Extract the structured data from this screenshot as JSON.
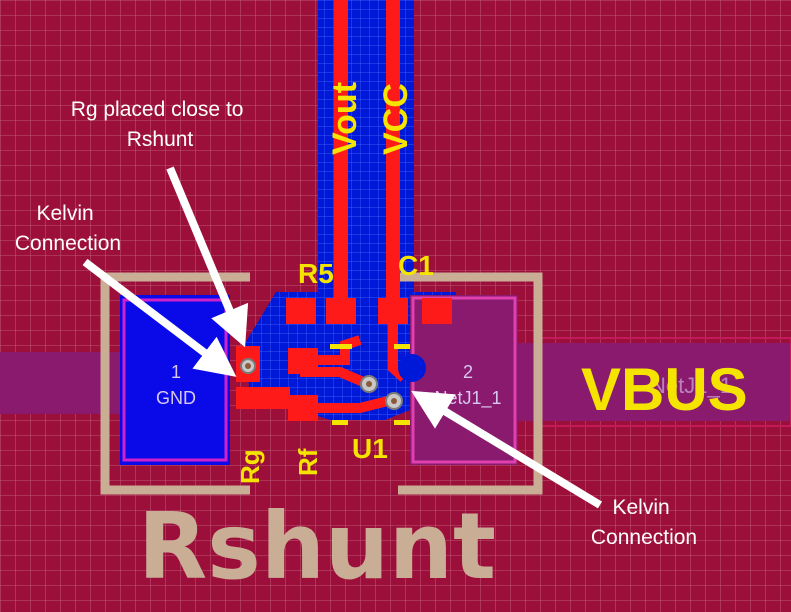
{
  "nets": {
    "vout": "Vout",
    "vcc": "VCC",
    "vbus": "VBUS",
    "vbus_overlay": "NetJ1_1"
  },
  "designators": {
    "r5": "R5",
    "c1": "C1",
    "u1": "U1",
    "rg": "Rg",
    "rf": "Rf",
    "rshunt": "Rshunt"
  },
  "pads": {
    "left_number": "1",
    "left_net": "GND",
    "right_number": "2",
    "right_net": "NetJ1_1"
  },
  "callouts": {
    "rg_placement": [
      "Rg placed close to",
      "Rshunt"
    ],
    "kelvin_left": [
      "Kelvin",
      "Connection"
    ],
    "kelvin_right": [
      "Kelvin",
      "Connection"
    ]
  },
  "colors": {
    "board": "#9c0f3a",
    "copper_top": "#ff1a1a",
    "pour_bottom": "#0000e0",
    "pad_violet": "#8a1a6e",
    "silkscreen": "#f5e400",
    "outline": "#c9ad95",
    "callout_text": "#ffffff"
  }
}
